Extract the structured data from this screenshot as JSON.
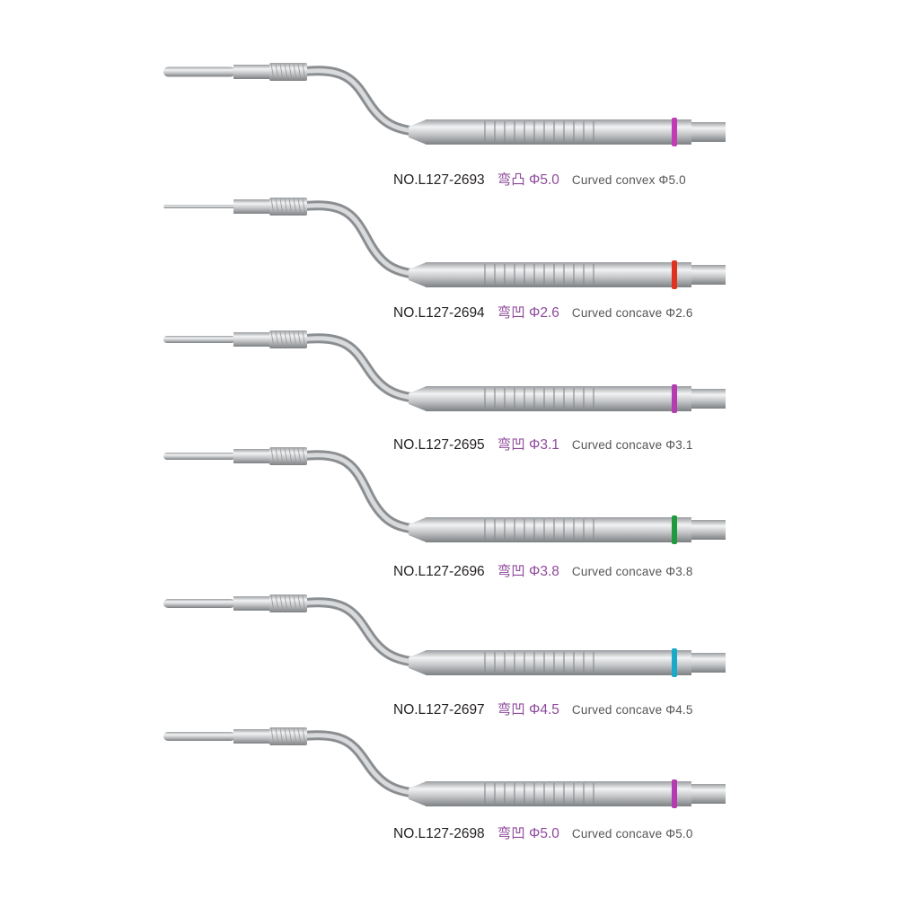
{
  "instruments": [
    {
      "code": "NO.L127-2693",
      "cn": "弯凸 Φ5.0",
      "en": "Curved convex Φ5.0",
      "ring_color": "#c23bb5"
    },
    {
      "code": "NO.L127-2694",
      "cn": "弯凹 Φ2.6",
      "en": "Curved concave Φ2.6",
      "ring_color": "#e0321f"
    },
    {
      "code": "NO.L127-2695",
      "cn": "弯凹 Φ3.1",
      "en": "Curved concave Φ3.1",
      "ring_color": "#b43cb0"
    },
    {
      "code": "NO.L127-2696",
      "cn": "弯凹 Φ3.8",
      "en": "Curved concave Φ3.8",
      "ring_color": "#1f9a3c"
    },
    {
      "code": "NO.L127-2697",
      "cn": "弯凹 Φ4.5",
      "en": "Curved concave Φ4.5",
      "ring_color": "#1aa9c9"
    },
    {
      "code": "NO.L127-2698",
      "cn": "弯凹 Φ5.0",
      "en": "Curved concave Φ5.0",
      "ring_color": "#b43cb0"
    }
  ]
}
